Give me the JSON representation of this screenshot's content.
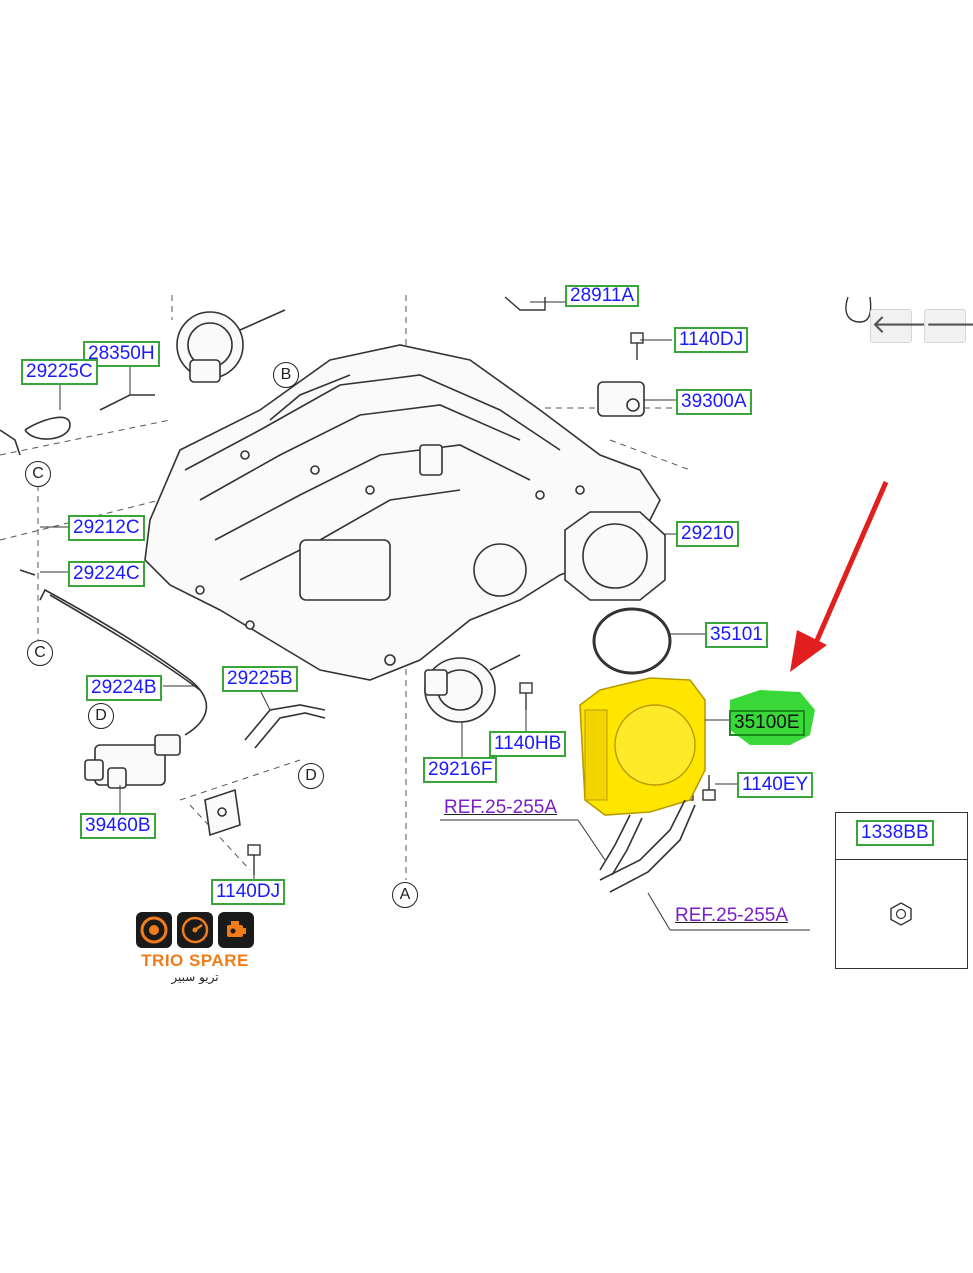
{
  "labels": {
    "p28911A": "28911A",
    "p1140DJ_top": "1140DJ",
    "p39300A": "39300A",
    "p28350H": "28350H",
    "p29225C": "29225C",
    "p29212C": "29212C",
    "p29224C": "29224C",
    "p29210": "29210",
    "p35101": "35101",
    "p29224B": "29224B",
    "p29225B": "29225B",
    "p1140HB": "1140HB",
    "p35100E": "35100E",
    "p29216F": "29216F",
    "p1140EY": "1140EY",
    "p39460B": "39460B",
    "p1140DJ_bottom": "1140DJ",
    "p1338BB": "1338BB"
  },
  "refs": {
    "ref_left": "REF.25-255A",
    "ref_right": "REF.25-255A"
  },
  "callouts": {
    "B": "B",
    "C": "C",
    "D": "D",
    "A": "A"
  },
  "nav": {
    "prev_glyph": "🡐",
    "next_glyph": "🡒"
  },
  "logo": {
    "name": "TRIO SPARE",
    "arabic": "تريو سبير"
  },
  "colors": {
    "label_border": "#3aa53a",
    "label_text": "#1a1aff",
    "ref_text": "#7a1fc7",
    "highlight_yellow": "#ffe600",
    "highlight_green": "#22d422",
    "arrow_red": "#e21f1f",
    "logo_orange": "#f07c1a"
  }
}
